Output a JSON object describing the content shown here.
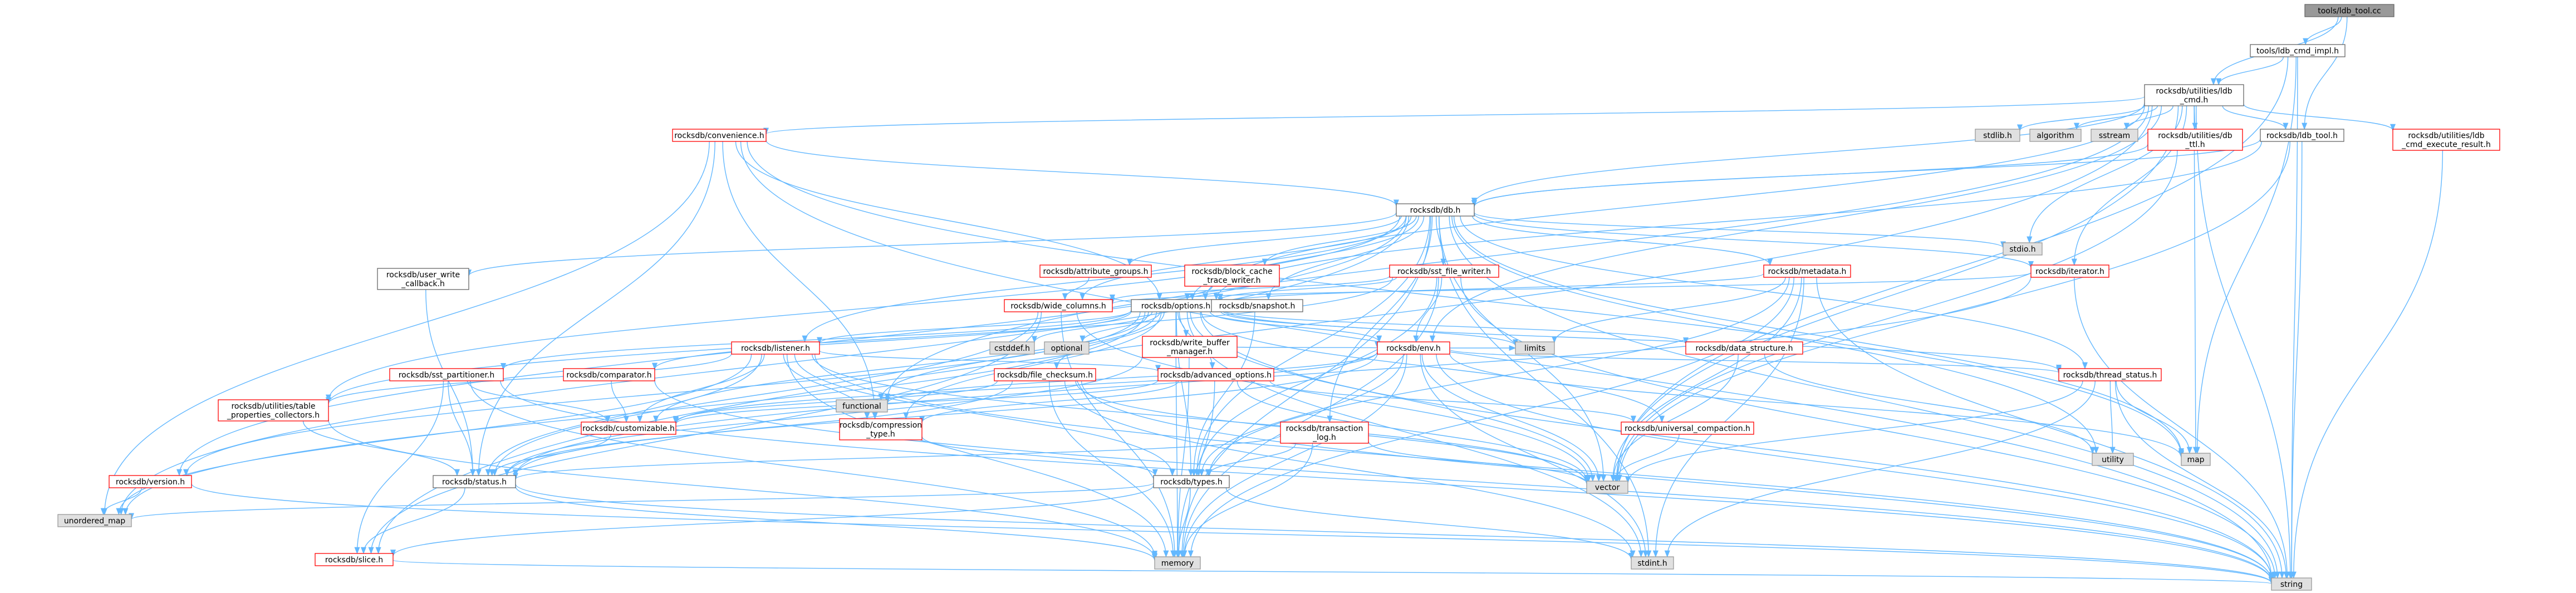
{
  "nodes": [
    {
      "id": "root",
      "lines": [
        "tools/ldb_tool.cc"
      ],
      "kind": "root"
    },
    {
      "id": "ldb_cmd_impl",
      "lines": [
        "tools/ldb_cmd_impl.h"
      ],
      "kind": "doc"
    },
    {
      "id": "ldb_cmd",
      "lines": [
        "rocksdb/utilities/ldb",
        "_cmd.h"
      ],
      "kind": "doc"
    },
    {
      "id": "ldb_tool",
      "lines": [
        "rocksdb/ldb_tool.h"
      ],
      "kind": "doc"
    },
    {
      "id": "convenience",
      "lines": [
        "rocksdb/convenience.h"
      ],
      "kind": "linked"
    },
    {
      "id": "stdlib",
      "lines": [
        "stdlib.h"
      ],
      "kind": "sys"
    },
    {
      "id": "algorithm",
      "lines": [
        "algorithm"
      ],
      "kind": "sys"
    },
    {
      "id": "sstream",
      "lines": [
        "sstream"
      ],
      "kind": "sys"
    },
    {
      "id": "db_ttl",
      "lines": [
        "rocksdb/utilities/db",
        "_ttl.h"
      ],
      "kind": "linked"
    },
    {
      "id": "ldb_cmd_exec",
      "lines": [
        "rocksdb/utilities/ldb",
        "_cmd_execute_result.h"
      ],
      "kind": "linked"
    },
    {
      "id": "db",
      "lines": [
        "rocksdb/db.h"
      ],
      "kind": "doc"
    },
    {
      "id": "attribute_groups",
      "lines": [
        "rocksdb/attribute_groups.h"
      ],
      "kind": "linked"
    },
    {
      "id": "block_cache",
      "lines": [
        "rocksdb/block_cache",
        "_trace_writer.h"
      ],
      "kind": "linked"
    },
    {
      "id": "sst_file_writer",
      "lines": [
        "rocksdb/sst_file_writer.h"
      ],
      "kind": "linked"
    },
    {
      "id": "metadata",
      "lines": [
        "rocksdb/metadata.h"
      ],
      "kind": "linked"
    },
    {
      "id": "iterator",
      "lines": [
        "rocksdb/iterator.h"
      ],
      "kind": "linked"
    },
    {
      "id": "stdio",
      "lines": [
        "stdio.h"
      ],
      "kind": "sys"
    },
    {
      "id": "user_write_cb",
      "lines": [
        "rocksdb/user_write",
        "_callback.h"
      ],
      "kind": "doc"
    },
    {
      "id": "wide_columns",
      "lines": [
        "rocksdb/wide_columns.h"
      ],
      "kind": "linked"
    },
    {
      "id": "options",
      "lines": [
        "rocksdb/options.h"
      ],
      "kind": "doc"
    },
    {
      "id": "snapshot",
      "lines": [
        "rocksdb/snapshot.h"
      ],
      "kind": "doc"
    },
    {
      "id": "cstddef",
      "lines": [
        "cstddef.h"
      ],
      "kind": "sys"
    },
    {
      "id": "optional",
      "lines": [
        "optional"
      ],
      "kind": "sys"
    },
    {
      "id": "wbm",
      "lines": [
        "rocksdb/write_buffer",
        "_manager.h"
      ],
      "kind": "linked"
    },
    {
      "id": "env",
      "lines": [
        "rocksdb/env.h"
      ],
      "kind": "linked"
    },
    {
      "id": "data_structure",
      "lines": [
        "rocksdb/data_structure.h"
      ],
      "kind": "linked"
    },
    {
      "id": "listener",
      "lines": [
        "rocksdb/listener.h"
      ],
      "kind": "linked"
    },
    {
      "id": "comparator",
      "lines": [
        "rocksdb/comparator.h"
      ],
      "kind": "linked"
    },
    {
      "id": "sst_partitioner",
      "lines": [
        "rocksdb/sst_partitioner.h"
      ],
      "kind": "linked"
    },
    {
      "id": "file_checksum",
      "lines": [
        "rocksdb/file_checksum.h"
      ],
      "kind": "linked"
    },
    {
      "id": "advanced_options",
      "lines": [
        "rocksdb/advanced_options.h"
      ],
      "kind": "linked"
    },
    {
      "id": "functional",
      "lines": [
        "functional"
      ],
      "kind": "sys"
    },
    {
      "id": "limits",
      "lines": [
        "limits"
      ],
      "kind": "sys"
    },
    {
      "id": "thread_status",
      "lines": [
        "rocksdb/thread_status.h"
      ],
      "kind": "linked"
    },
    {
      "id": "table_props",
      "lines": [
        "rocksdb/utilities/table",
        "_properties_collectors.h"
      ],
      "kind": "linked"
    },
    {
      "id": "customizable",
      "lines": [
        "rocksdb/customizable.h"
      ],
      "kind": "linked"
    },
    {
      "id": "compression_type",
      "lines": [
        "rocksdb/compression",
        "_type.h"
      ],
      "kind": "linked"
    },
    {
      "id": "txn_log",
      "lines": [
        "rocksdb/transaction",
        "_log.h"
      ],
      "kind": "linked"
    },
    {
      "id": "universal_compaction",
      "lines": [
        "rocksdb/universal_compaction.h"
      ],
      "kind": "linked"
    },
    {
      "id": "utility",
      "lines": [
        "utility"
      ],
      "kind": "sys"
    },
    {
      "id": "map",
      "lines": [
        "map"
      ],
      "kind": "sys"
    },
    {
      "id": "version",
      "lines": [
        "rocksdb/version.h"
      ],
      "kind": "linked"
    },
    {
      "id": "status",
      "lines": [
        "rocksdb/status.h"
      ],
      "kind": "doc"
    },
    {
      "id": "types",
      "lines": [
        "rocksdb/types.h"
      ],
      "kind": "doc"
    },
    {
      "id": "vector",
      "lines": [
        "vector"
      ],
      "kind": "sys"
    },
    {
      "id": "unordered_map",
      "lines": [
        "unordered_map"
      ],
      "kind": "sys"
    },
    {
      "id": "slice",
      "lines": [
        "rocksdb/slice.h"
      ],
      "kind": "linked"
    },
    {
      "id": "memory",
      "lines": [
        "memory"
      ],
      "kind": "sys"
    },
    {
      "id": "stdint",
      "lines": [
        "stdint.h"
      ],
      "kind": "sys"
    },
    {
      "id": "string",
      "lines": [
        "string"
      ],
      "kind": "sys"
    }
  ],
  "edges": [
    [
      "root",
      "ldb_cmd_impl"
    ],
    [
      "root",
      "ldb_cmd"
    ],
    [
      "root",
      "ldb_tool"
    ],
    [
      "ldb_cmd_impl",
      "ldb_cmd"
    ],
    [
      "ldb_cmd_impl",
      "map"
    ],
    [
      "ldb_cmd_impl",
      "vector"
    ],
    [
      "ldb_cmd_impl",
      "string"
    ],
    [
      "ldb_cmd",
      "convenience"
    ],
    [
      "ldb_cmd",
      "stdlib"
    ],
    [
      "ldb_cmd",
      "algorithm"
    ],
    [
      "ldb_cmd",
      "sstream"
    ],
    [
      "ldb_cmd",
      "db_ttl"
    ],
    [
      "ldb_cmd",
      "ldb_tool"
    ],
    [
      "ldb_cmd",
      "ldb_cmd_exec"
    ],
    [
      "ldb_cmd",
      "db"
    ],
    [
      "ldb_cmd",
      "env"
    ],
    [
      "ldb_cmd",
      "iterator"
    ],
    [
      "ldb_cmd",
      "options"
    ],
    [
      "ldb_cmd",
      "slice"
    ],
    [
      "ldb_cmd",
      "functional"
    ],
    [
      "ldb_cmd",
      "stdio"
    ],
    [
      "ldb_cmd",
      "map"
    ],
    [
      "ldb_cmd",
      "vector"
    ],
    [
      "ldb_cmd",
      "string"
    ],
    [
      "ldb_tool",
      "db"
    ],
    [
      "ldb_tool",
      "options"
    ],
    [
      "ldb_tool",
      "string"
    ],
    [
      "ldb_tool",
      "vector"
    ],
    [
      "convenience",
      "db"
    ],
    [
      "convenience",
      "options"
    ],
    [
      "convenience",
      "compression_type"
    ],
    [
      "convenience",
      "status"
    ],
    [
      "convenience",
      "unordered_map"
    ],
    [
      "convenience",
      "map"
    ],
    [
      "convenience",
      "string"
    ],
    [
      "db_ttl",
      "db"
    ],
    [
      "db_ttl",
      "vector"
    ],
    [
      "db_tt",
      "string"
    ],
    [
      "ldb_cmd_exec",
      "string"
    ],
    [
      "db",
      "attribute_groups"
    ],
    [
      "db",
      "block_cache"
    ],
    [
      "db",
      "sst_file_writer"
    ],
    [
      "db",
      "metadata"
    ],
    [
      "db",
      "iterator"
    ],
    [
      "db",
      "stdio"
    ],
    [
      "db",
      "user_write_cb"
    ],
    [
      "db",
      "wide_columns"
    ],
    [
      "db",
      "options"
    ],
    [
      "db",
      "snapshot"
    ],
    [
      "db",
      "listener"
    ],
    [
      "db",
      "thread_status"
    ],
    [
      "db",
      "txn_log"
    ],
    [
      "db",
      "version"
    ],
    [
      "db",
      "types"
    ],
    [
      "db",
      "table_props"
    ],
    [
      "db",
      "map"
    ],
    [
      "db",
      "memory"
    ],
    [
      "db",
      "string"
    ],
    [
      "db",
      "unordered_map"
    ],
    [
      "db",
      "vector"
    ],
    [
      "db",
      "stdint"
    ],
    [
      "db",
      "utility"
    ],
    [
      "attribute_groups",
      "wide_columns"
    ],
    [
      "block_cache",
      "options"
    ],
    [
      "sst_file_writer",
      "wide_columns"
    ],
    [
      "sst_file_writer",
      "options"
    ],
    [
      "sst_file_writer",
      "env"
    ],
    [
      "sst_file_writer",
      "table_props"
    ],
    [
      "sst_file_writer",
      "types"
    ],
    [
      "sst_file_writer",
      "memory"
    ],
    [
      "sst_file_writer",
      "string"
    ],
    [
      "metadata",
      "options"
    ],
    [
      "metadata",
      "types"
    ],
    [
      "metadata",
      "limits"
    ],
    [
      "metadata",
      "vector"
    ],
    [
      "metadata",
      "memory"
    ],
    [
      "metadata",
      "stdint"
    ],
    [
      "metadata",
      "string"
    ],
    [
      "iterator",
      "wide_columns"
    ],
    [
      "iterator",
      "status"
    ],
    [
      "iterator",
      "string"
    ],
    [
      "user_write_cb",
      "status"
    ],
    [
      "wide_columns",
      "status"
    ],
    [
      "wide_columns",
      "slice"
    ],
    [
      "wide_columns",
      "memory"
    ],
    [
      "wide_columns",
      "vector"
    ],
    [
      "options",
      "cstddef"
    ],
    [
      "options",
      "optional"
    ],
    [
      "options",
      "wbm"
    ],
    [
      "options",
      "env"
    ],
    [
      "options",
      "data_structure"
    ],
    [
      "options",
      "listener"
    ],
    [
      "options",
      "comparator"
    ],
    [
      "options",
      "sst_partitioner"
    ],
    [
      "options",
      "file_checksum"
    ],
    [
      "options",
      "advanced_options"
    ],
    [
      "options",
      "functional"
    ],
    [
      "options",
      "limits"
    ],
    [
      "options",
      "thread_status"
    ],
    [
      "options",
      "customizable"
    ],
    [
      "options",
      "compression_type"
    ],
    [
      "options",
      "universal_compaction"
    ],
    [
      "options",
      "version"
    ],
    [
      "options",
      "types"
    ],
    [
      "options",
      "vector"
    ],
    [
      "options",
      "unordered_map"
    ],
    [
      "options",
      "memory"
    ],
    [
      "options",
      "string"
    ],
    [
      "options",
      "stdint"
    ],
    [
      "snapshot",
      "types"
    ],
    [
      "wbm",
      "env"
    ],
    [
      "wbm",
      "status"
    ],
    [
      "wbm",
      "memory"
    ],
    [
      "env",
      "functional"
    ],
    [
      "env",
      "limits"
    ],
    [
      "env",
      "thread_status"
    ],
    [
      "env",
      "customizable"
    ],
    [
      "env",
      "status"
    ],
    [
      "env",
      "types"
    ],
    [
      "env",
      "vector"
    ],
    [
      "env",
      "memory"
    ],
    [
      "env",
      "string"
    ],
    [
      "env",
      "stdint"
    ],
    [
      "env",
      "map"
    ],
    [
      "data_structure",
      "vector"
    ],
    [
      "data_structure",
      "utility"
    ],
    [
      "listener",
      "advanced_options"
    ],
    [
      "listener",
      "compression_type"
    ],
    [
      "listener",
      "customizable"
    ],
    [
      "listener",
      "status"
    ],
    [
      "listener",
      "types"
    ],
    [
      "listener",
      "table_props"
    ],
    [
      "listener",
      "memory"
    ],
    [
      "listener",
      "string"
    ],
    [
      "listener",
      "vector"
    ],
    [
      "listener",
      "unordered_map"
    ],
    [
      "comparator",
      "customizable"
    ],
    [
      "comparator",
      "string"
    ],
    [
      "sst_partitioner",
      "customizable"
    ],
    [
      "sst_partitioner",
      "status"
    ],
    [
      "sst_partitioner",
      "slice"
    ],
    [
      "sst_partitioner",
      "memory"
    ],
    [
      "sst_partitioner",
      "string"
    ],
    [
      "file_checksum",
      "customizable"
    ],
    [
      "file_checksum",
      "status"
    ],
    [
      "file_checksum",
      "vector"
    ],
    [
      "file_checksum",
      "memory"
    ],
    [
      "file_checksum",
      "string"
    ],
    [
      "file_checksum",
      "stdint"
    ],
    [
      "advanced_options",
      "compression_type"
    ],
    [
      "advanced_options",
      "universal_compaction"
    ],
    [
      "advanced_options",
      "customizable"
    ],
    [
      "advanced_options",
      "memory"
    ],
    [
      "advanced_options",
      "vector"
    ],
    [
      "thread_status",
      "map"
    ],
    [
      "thread_status",
      "utility"
    ],
    [
      "thread_status",
      "vector"
    ],
    [
      "thread_status",
      "string"
    ],
    [
      "thread_status",
      "stdint"
    ],
    [
      "table_props",
      "status"
    ],
    [
      "table_props",
      "memory"
    ],
    [
      "customizable",
      "status"
    ],
    [
      "compression_type",
      "types"
    ],
    [
      "txn_log",
      "status"
    ],
    [
      "txn_log",
      "types"
    ],
    [
      "txn_log",
      "memory"
    ],
    [
      "txn_log",
      "vector"
    ],
    [
      "universal_compaction",
      "vector"
    ],
    [
      "version",
      "unordered_map"
    ],
    [
      "version",
      "string"
    ],
    [
      "status",
      "slice"
    ],
    [
      "status",
      "memory"
    ],
    [
      "status",
      "string"
    ],
    [
      "types",
      "slice"
    ],
    [
      "types",
      "unordered_map"
    ],
    [
      "types",
      "stdint"
    ],
    [
      "types",
      "memory"
    ],
    [
      "slice",
      "string"
    ]
  ]
}
